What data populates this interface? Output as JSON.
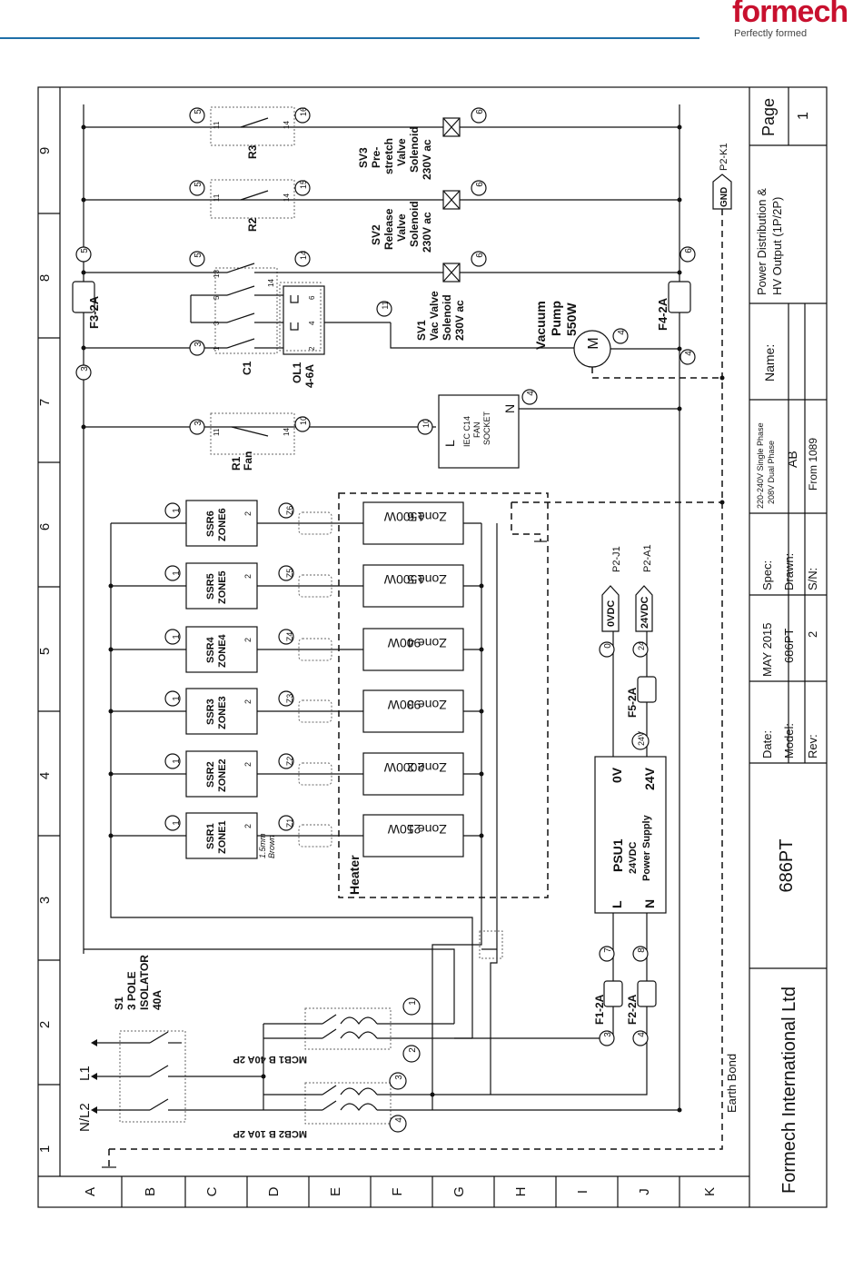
{
  "header": {
    "brand": "formech",
    "tagline": "Perfectly formed",
    "brand_color": "#c8102e",
    "rule_color": "#1e6fa8"
  },
  "grid": {
    "columns": [
      "1",
      "2",
      "3",
      "4",
      "5",
      "6",
      "7",
      "8",
      "9"
    ],
    "rows": [
      "A",
      "B",
      "C",
      "D",
      "E",
      "F",
      "G",
      "H",
      "I",
      "J",
      "K"
    ]
  },
  "title_block": {
    "company": "Formech International Ltd",
    "model_big": "686PT",
    "date_label": "Date:",
    "date_value": "MAY 2015",
    "model_label": "Model:",
    "model_value": "686PT",
    "rev_label": "Rev:",
    "rev_value": "2",
    "spec_label": "Spec:",
    "drawn_label": "Drawn:",
    "sn_label": "S/N:",
    "spec_line1": "220-240V Single Phase",
    "spec_line2": "208V Dual Phase",
    "drawn_value": "AB",
    "sn_value": "From 1089",
    "name_label": "Name:",
    "name_line1": "Power Distribution &",
    "name_line2": "HV Output (1P/2P)",
    "page_label": "Page",
    "page_value": "1"
  },
  "supply": {
    "nl2": "N/L2",
    "l1": "L1",
    "isolator": [
      "S1",
      "3 POLE",
      "ISOLATOR",
      "40A"
    ],
    "earth_bond": "Earth Bond",
    "mcb1": "MCB1 B 40A 2P",
    "mcb2": "MCB2 B 10A 2P"
  },
  "fuses": {
    "f1": "F1-2A",
    "f2": "F2-2A",
    "f3": "F3-2A",
    "f4": "F4-2A",
    "f5": "F5-2A"
  },
  "psu": {
    "name": "PSU1",
    "rating": "24VDC",
    "desc": "Power Supply",
    "l": "L",
    "n": "N",
    "v0": "0V",
    "v24": "24V",
    "v0_out": "0VDC",
    "v24_out": "24VDC",
    "ref_0": "P2-J1",
    "ref_24": "P2-A1",
    "wire_0": "0",
    "wire_24": "24",
    "wire_24v": "24V"
  },
  "ssr": [
    {
      "name": "SSR1",
      "zone": "ZONE1"
    },
    {
      "name": "SSR2",
      "zone": "ZONE2"
    },
    {
      "name": "SSR3",
      "zone": "ZONE3"
    },
    {
      "name": "SSR4",
      "zone": "ZONE4"
    },
    {
      "name": "SSR5",
      "zone": "ZONE5"
    },
    {
      "name": "SSR6",
      "zone": "ZONE6"
    }
  ],
  "zones": [
    {
      "label": "Zone 1",
      "power": "250W",
      "wire": "Z1"
    },
    {
      "label": "Zone 2",
      "power": "2000W",
      "wire": "Z2"
    },
    {
      "label": "Zone 3",
      "power": "900W",
      "wire": "Z3"
    },
    {
      "label": "Zone 4",
      "power": "900W",
      "wire": "Z4"
    },
    {
      "label": "Zone 5",
      "power": "1500W",
      "wire": "Z5"
    },
    {
      "label": "Zone 6",
      "power": "1500W",
      "wire": "Z6"
    }
  ],
  "heater_label": "Heater",
  "brown_note": [
    "1.5mm",
    "Brown"
  ],
  "r1": [
    "R1",
    "Fan"
  ],
  "fan_socket": [
    "IEC C14",
    "FAN",
    "SOCKET"
  ],
  "fan_l": "L",
  "fan_n": "N",
  "c1": "C1",
  "ol1": [
    "OL1",
    "4-6A"
  ],
  "r2": "R2",
  "r3": "R3",
  "sv1": [
    "SV1",
    "Vac Valve",
    "Solenoid",
    "230V ac"
  ],
  "sv2": [
    "SV2",
    "Release",
    "Valve",
    "Solenoid",
    "230V ac"
  ],
  "sv3": [
    "SV3",
    "Pre-",
    "stretch",
    "Valve",
    "Solenoid",
    "230V ac"
  ],
  "pump": [
    "Vacuum",
    "Pump",
    "550W"
  ],
  "motor": "M",
  "gnd": "GND",
  "gnd_ref": "P2-K1",
  "wires": {
    "w1": "1",
    "w2": "2",
    "w3": "3",
    "w4": "4",
    "w5": "5",
    "w6": "6",
    "w7": "7",
    "w8": "8",
    "w10": "10",
    "w11": "11",
    "w15": "15",
    "w16": "16"
  },
  "terminals": {
    "t1": "1",
    "t2": "2",
    "t3": "3",
    "t4": "4",
    "t5": "5",
    "t6": "6",
    "t11": "11",
    "t13": "13",
    "t14": "14"
  }
}
